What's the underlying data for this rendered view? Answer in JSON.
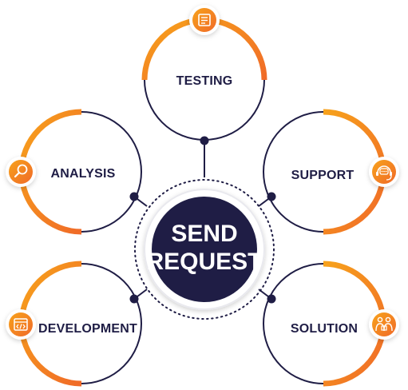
{
  "diagram": {
    "center": {
      "line1": "SEND",
      "line2": "REQUEST"
    },
    "nodes": [
      {
        "id": "testing",
        "label": "TESTING",
        "icon": "checklist-icon"
      },
      {
        "id": "support",
        "label": "SUPPORT",
        "icon": "headset-chat-icon"
      },
      {
        "id": "solution",
        "label": "SOLUTION",
        "icon": "team-puzzle-icon"
      },
      {
        "id": "development",
        "label": "DEVELOPMENT",
        "icon": "code-window-icon"
      },
      {
        "id": "analysis",
        "label": "ANALYSIS",
        "icon": "magnifier-icon"
      }
    ]
  },
  "colors": {
    "navy": "#1f1d45",
    "orange": "#f06a28",
    "orange_light": "#f7a21b",
    "white": "#ffffff"
  }
}
